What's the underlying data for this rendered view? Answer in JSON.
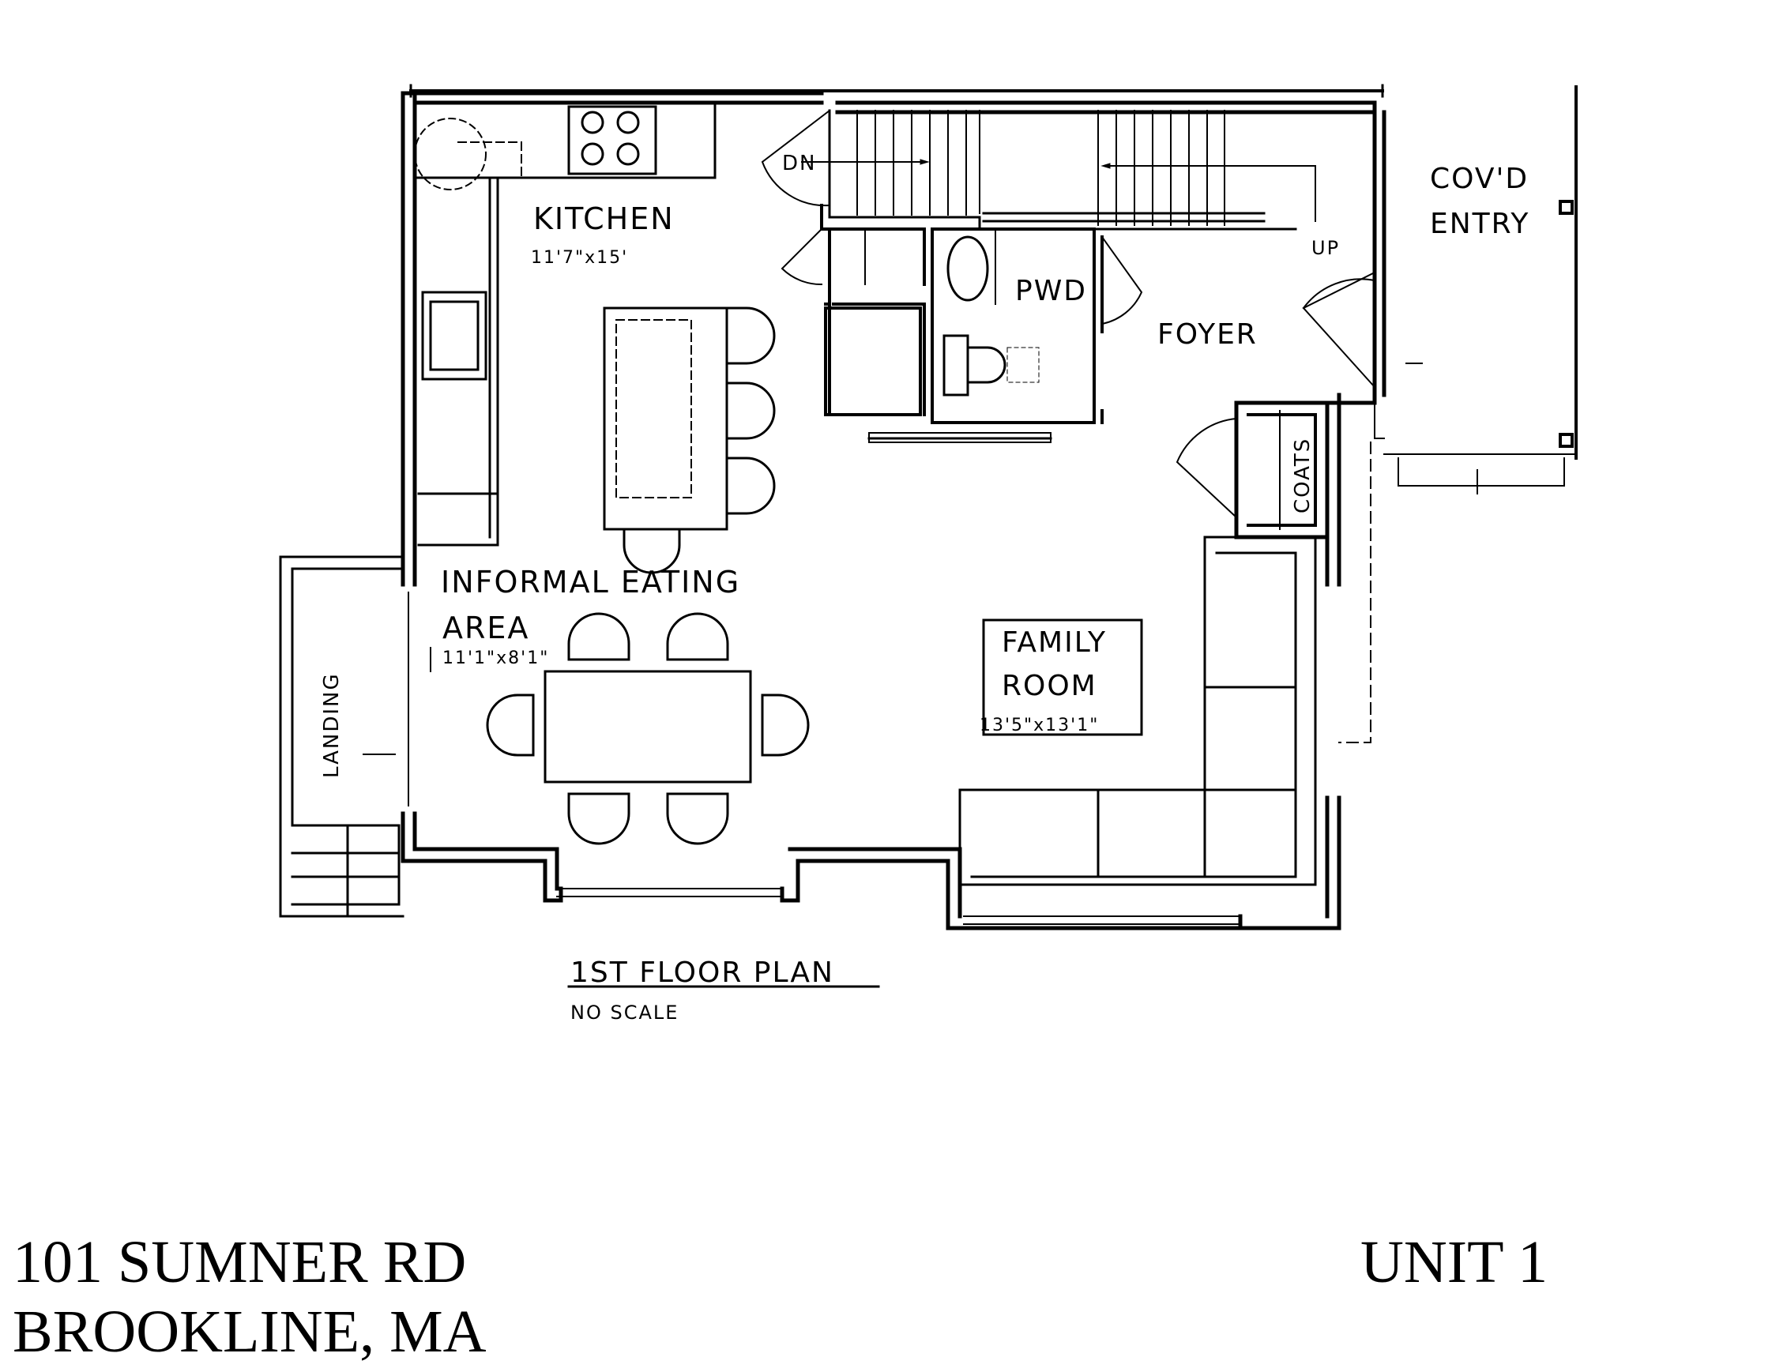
{
  "plan": {
    "title": "1ST FLOOR PLAN",
    "subtitle": "NO SCALE"
  },
  "rooms": {
    "kitchen": {
      "name": "KITCHEN",
      "dims": "11'7\"x15'"
    },
    "eating": {
      "name_line1": "INFORMAL EATING",
      "name_line2": "AREA",
      "dims": "11'1\"x8'1\""
    },
    "family": {
      "name_line1": "FAMILY",
      "name_line2": "ROOM",
      "dims": "13'5\"x13'1\""
    },
    "powder": {
      "name": "PWD"
    },
    "foyer": {
      "name": "FOYER"
    },
    "coats": {
      "name": "COATS"
    },
    "landing": {
      "name": "LANDING"
    },
    "entry": {
      "name_line1": "COV'D",
      "name_line2": "ENTRY"
    }
  },
  "stairs": {
    "down": "DN",
    "up": "UP"
  },
  "footer": {
    "address_line1": "101 SUMNER RD",
    "address_line2": "BROOKLINE, MA",
    "unit": "UNIT 1"
  }
}
